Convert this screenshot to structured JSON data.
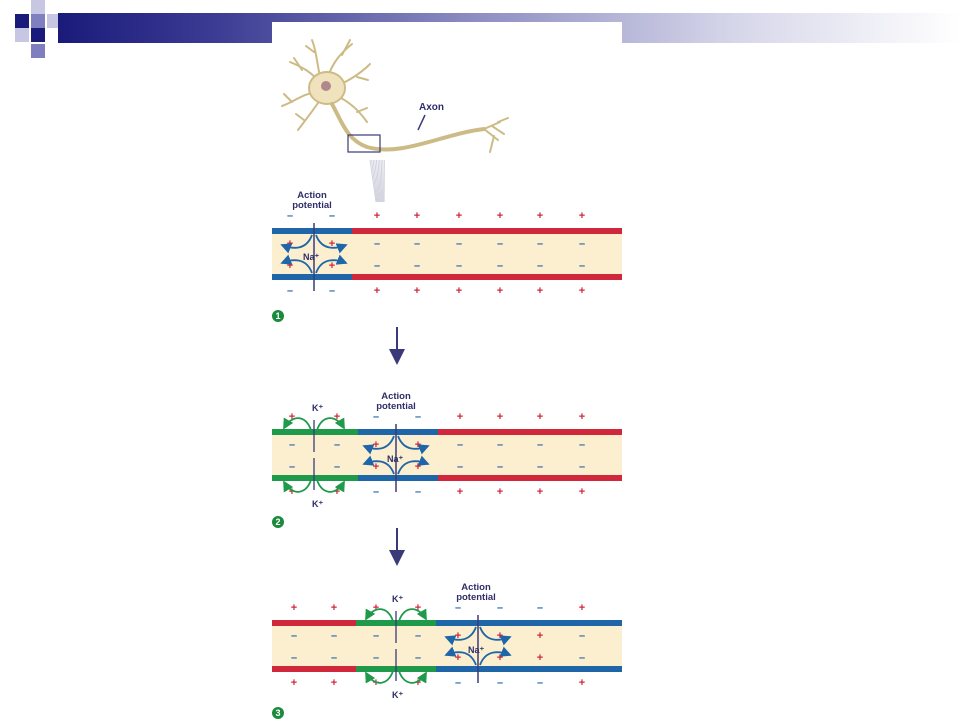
{
  "slide": {
    "accent_colors": {
      "dark": "#1a1a7a",
      "mid": "#7f7fbf",
      "light": "#c7c7e3"
    }
  },
  "figure": {
    "axon_label": "Axon",
    "colors": {
      "resting": "#d0283a",
      "depolarizing": "#1f66a8",
      "repolarizing": "#1f9a4a",
      "cytoplasm": "#fcefd0",
      "plus": "#d0283a",
      "minus": "#1f66a8"
    },
    "panels": [
      {
        "step": "1",
        "ap_label": "Action\npotential",
        "na_label": "Na⁺",
        "k_label": ""
      },
      {
        "step": "2",
        "ap_label": "Action\npotential",
        "na_label": "Na⁺",
        "k_label": "K⁺"
      },
      {
        "step": "3",
        "ap_label": "Action\npotential",
        "na_label": "Na⁺",
        "k_label": "K⁺"
      }
    ]
  }
}
